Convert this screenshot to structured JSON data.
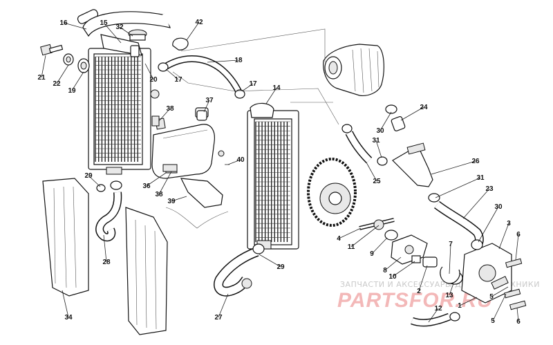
{
  "diagram": {
    "callouts": [
      {
        "id": "c1",
        "text": "1"
      },
      {
        "id": "c2",
        "text": "2"
      },
      {
        "id": "c3",
        "text": "3"
      },
      {
        "id": "c4",
        "text": "4"
      },
      {
        "id": "c5a",
        "text": "5"
      },
      {
        "id": "c5b",
        "text": "5"
      },
      {
        "id": "c6a",
        "text": "6"
      },
      {
        "id": "c6b",
        "text": "6"
      },
      {
        "id": "c7",
        "text": "7"
      },
      {
        "id": "c8",
        "text": "8"
      },
      {
        "id": "c9",
        "text": "9"
      },
      {
        "id": "c10",
        "text": "10"
      },
      {
        "id": "c11",
        "text": "11"
      },
      {
        "id": "c12",
        "text": "12"
      },
      {
        "id": "c13",
        "text": "13"
      },
      {
        "id": "c14",
        "text": "14"
      },
      {
        "id": "c15",
        "text": "15"
      },
      {
        "id": "c16",
        "text": "16"
      },
      {
        "id": "c17a",
        "text": "17"
      },
      {
        "id": "c17b",
        "text": "17"
      },
      {
        "id": "c18",
        "text": "18"
      },
      {
        "id": "c19",
        "text": "19"
      },
      {
        "id": "c20",
        "text": "20"
      },
      {
        "id": "c21",
        "text": "21"
      },
      {
        "id": "c22",
        "text": "22"
      },
      {
        "id": "c23",
        "text": "23"
      },
      {
        "id": "c24",
        "text": "24"
      },
      {
        "id": "c25",
        "text": "25"
      },
      {
        "id": "c26",
        "text": "26"
      },
      {
        "id": "c27",
        "text": "27"
      },
      {
        "id": "c28",
        "text": "28"
      },
      {
        "id": "c29a",
        "text": "29"
      },
      {
        "id": "c29b",
        "text": "29"
      },
      {
        "id": "c30a",
        "text": "30"
      },
      {
        "id": "c30b",
        "text": "30"
      },
      {
        "id": "c31a",
        "text": "31"
      },
      {
        "id": "c31b",
        "text": "31"
      },
      {
        "id": "c32",
        "text": "32"
      },
      {
        "id": "c34",
        "text": "34"
      },
      {
        "id": "c36",
        "text": "36"
      },
      {
        "id": "c37",
        "text": "37"
      },
      {
        "id": "c38a",
        "text": "38"
      },
      {
        "id": "c38b",
        "text": "38"
      },
      {
        "id": "c39",
        "text": "39"
      },
      {
        "id": "c40",
        "text": "40"
      },
      {
        "id": "c42",
        "text": "42"
      }
    ]
  },
  "watermark": {
    "line1": "ЗАПЧАСТИ И АКСЕССУАРЫ ДЛЯ МОТОТЕХНИКИ",
    "line2": "PARTSFOR.RU"
  }
}
